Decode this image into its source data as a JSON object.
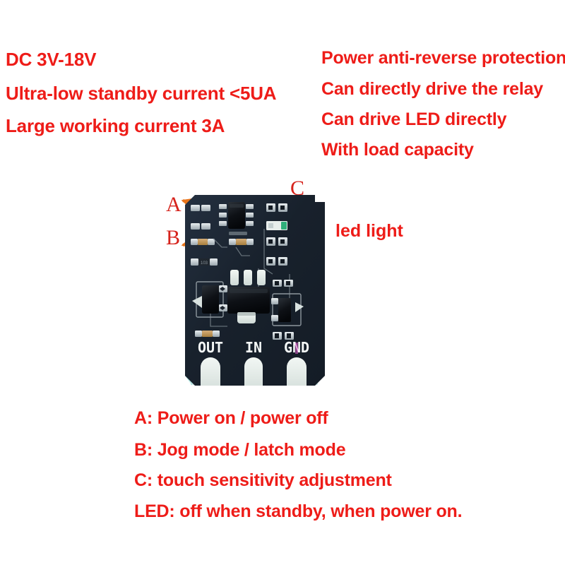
{
  "specs_left": [
    {
      "text": "DC 3V-18V"
    },
    {
      "text": "Ultra-low standby current <5UA"
    },
    {
      "text": "Large working current 3A"
    }
  ],
  "specs_right": [
    {
      "text": "Power anti-reverse protection"
    },
    {
      "text": "Can directly drive the relay"
    },
    {
      "text": "Can drive LED directly"
    },
    {
      "text": "With load capacity"
    }
  ],
  "callouts": {
    "a": "A",
    "b": "B",
    "c": "C",
    "led_light": "led light"
  },
  "board": {
    "pad_labels": [
      "OUT",
      "IN",
      "GND"
    ],
    "colors": {
      "solder_mask": "#1b2530",
      "pad_white": "#dfe7e6",
      "resistor_tan": "#c19a62",
      "ic_black": "#0d1117",
      "led_green": "#2fae7a"
    }
  },
  "legend": [
    {
      "text": "A: Power on / power off"
    },
    {
      "text": "B: Jog mode / latch mode"
    },
    {
      "text": "C: touch sensitivity adjustment"
    },
    {
      "text": "LED: off when standby, when power on."
    }
  ],
  "colors": {
    "text_red": "#ee1c18",
    "callout_red": "#d6231c",
    "arrow_orange": "#e8741a",
    "background": "#ffffff"
  }
}
